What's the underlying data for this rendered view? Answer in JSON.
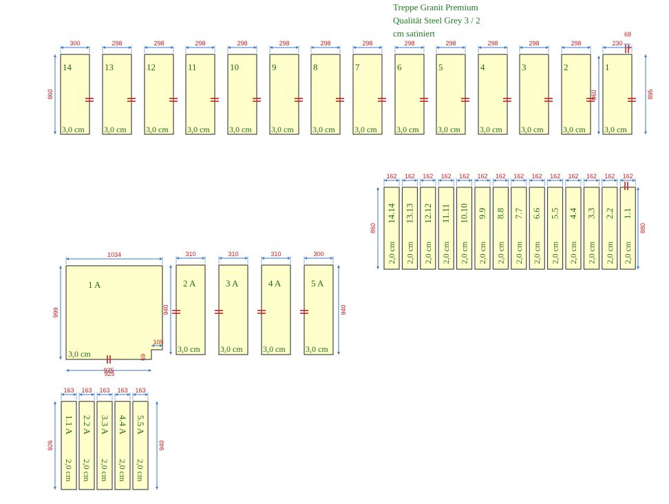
{
  "title": {
    "line1": "Treppe Granit Premium",
    "line2": "Qualität Steel Grey 3 / 2",
    "line3": "cm satiniert"
  },
  "colors": {
    "panel_fill": "#ffffcc",
    "panel_stroke": "#222222",
    "text_green": "#1f6b1f",
    "dimension_red": "#cc1a1a",
    "dimension_line_blue": "#3a78c9"
  },
  "treads": {
    "height_left": "860",
    "height_right_inner": "860",
    "height_right_outer": "895",
    "extra_width": "68",
    "items": [
      {
        "id": "14",
        "width": "300",
        "thickness": "3,0 cm"
      },
      {
        "id": "13",
        "width": "298",
        "thickness": "3,0 cm"
      },
      {
        "id": "12",
        "width": "298",
        "thickness": "3,0 cm"
      },
      {
        "id": "11",
        "width": "298",
        "thickness": "3,0 cm"
      },
      {
        "id": "10",
        "width": "298",
        "thickness": "3,0 cm"
      },
      {
        "id": "9",
        "width": "298",
        "thickness": "3,0 cm"
      },
      {
        "id": "8",
        "width": "298",
        "thickness": "3,0 cm"
      },
      {
        "id": "7",
        "width": "298",
        "thickness": "3,0 cm"
      },
      {
        "id": "6",
        "width": "298",
        "thickness": "3,0 cm"
      },
      {
        "id": "5",
        "width": "298",
        "thickness": "3,0 cm"
      },
      {
        "id": "4",
        "width": "298",
        "thickness": "3,0 cm"
      },
      {
        "id": "3",
        "width": "298",
        "thickness": "3,0 cm"
      },
      {
        "id": "2",
        "width": "298",
        "thickness": "3,0 cm"
      },
      {
        "id": "1",
        "width": "230",
        "thickness": "3,0 cm"
      }
    ]
  },
  "risers": {
    "height_left": "860",
    "height_right": "880",
    "items": [
      {
        "id": "14.14",
        "width": "162",
        "thickness": "2,0 cm"
      },
      {
        "id": "13.13",
        "width": "162",
        "thickness": "2,0 cm"
      },
      {
        "id": "12.12",
        "width": "162",
        "thickness": "2,0 cm"
      },
      {
        "id": "11.11",
        "width": "162",
        "thickness": "2,0 cm"
      },
      {
        "id": "10.10",
        "width": "162",
        "thickness": "2,0 cm"
      },
      {
        "id": "9.9",
        "width": "162",
        "thickness": "2,0 cm"
      },
      {
        "id": "8.8",
        "width": "162",
        "thickness": "2,0 cm"
      },
      {
        "id": "7.7",
        "width": "162",
        "thickness": "2,0 cm"
      },
      {
        "id": "6.6",
        "width": "162",
        "thickness": "2,0 cm"
      },
      {
        "id": "5.5",
        "width": "162",
        "thickness": "2,0 cm"
      },
      {
        "id": "4.4",
        "width": "162",
        "thickness": "2,0 cm"
      },
      {
        "id": "3.3",
        "width": "162",
        "thickness": "2,0 cm"
      },
      {
        "id": "2.2",
        "width": "162",
        "thickness": "2,0 cm"
      },
      {
        "id": "1.1",
        "width": "162",
        "thickness": "2,0 cm"
      }
    ]
  },
  "landing": {
    "id": "1 A",
    "width_top": "1034",
    "height": "999",
    "width_bottom": "925",
    "notch_width": "109",
    "notch_height": "69",
    "thickness": "3,0 cm"
  },
  "a_treads": {
    "height_left": "940",
    "height_right": "940",
    "items": [
      {
        "id": "2 A",
        "width": "310",
        "thickness": "3,0 cm"
      },
      {
        "id": "3 A",
        "width": "310",
        "thickness": "3,0 cm"
      },
      {
        "id": "4 A",
        "width": "310",
        "thickness": "3,0 cm"
      },
      {
        "id": "5 A",
        "width": "300",
        "thickness": "3,0 cm"
      }
    ]
  },
  "a_risers": {
    "height_left": "926",
    "height_right": "940",
    "items": [
      {
        "id": "1.1 A",
        "width": "163",
        "thickness": "2,0 cm"
      },
      {
        "id": "2.2 A",
        "width": "163",
        "thickness": "2,0 cm"
      },
      {
        "id": "3.3 A",
        "width": "163",
        "thickness": "2,0 cm"
      },
      {
        "id": "4.4 A",
        "width": "163",
        "thickness": "2,0 cm"
      },
      {
        "id": "5.5 A",
        "width": "163",
        "thickness": "2,0 cm"
      }
    ]
  }
}
